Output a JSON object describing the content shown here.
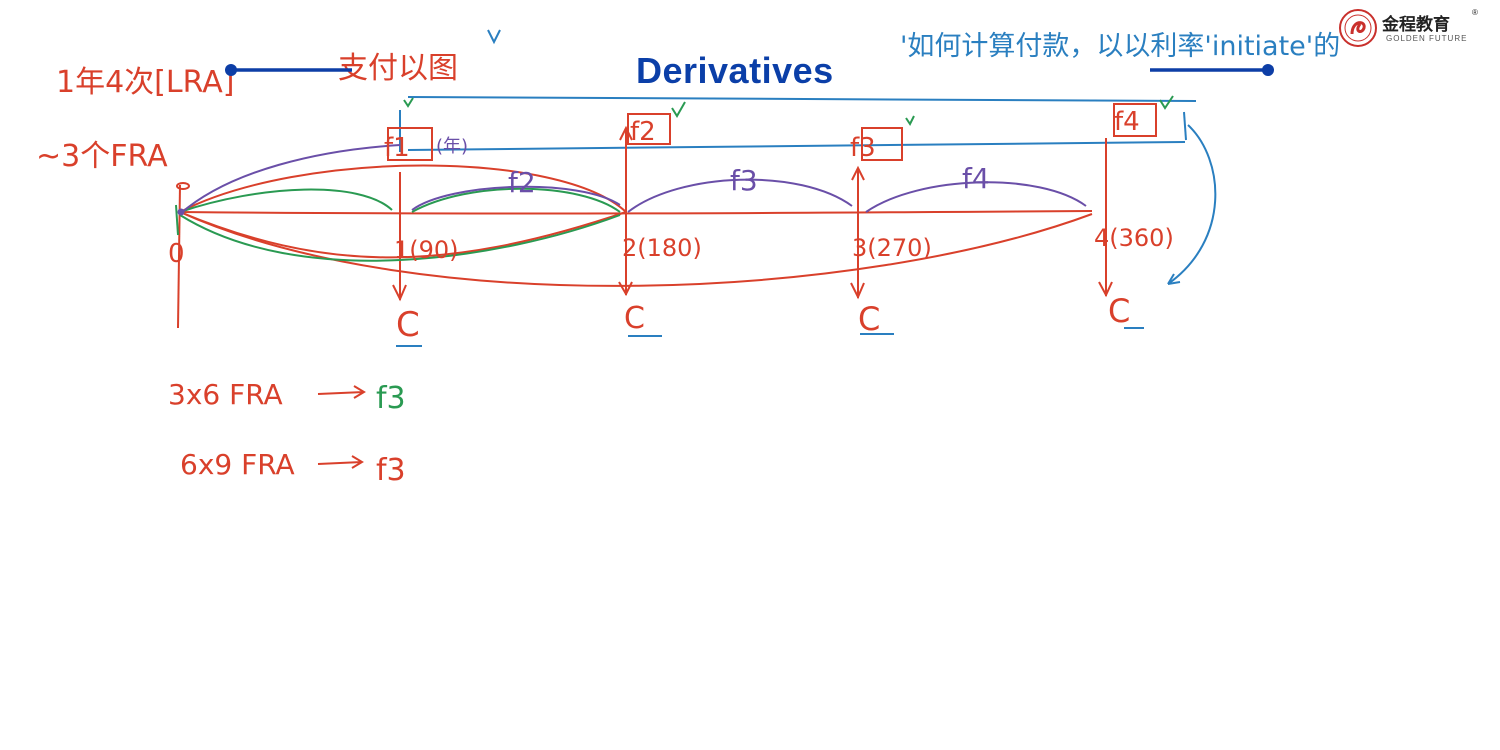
{
  "title": "Derivatives",
  "logo": {
    "name_cn": "金程教育",
    "name_en": "GOLDEN FUTURE",
    "reg_mark": "®"
  },
  "notes": {
    "top_left_line1": "1年4次[LRA]",
    "top_left_line2": "~3个FRA",
    "top_left_right": "支付以图",
    "top_right": "'如何计算付款，以以利率'initiate'的",
    "fra_1": "3x6 FRA",
    "fra_1_result": "f3",
    "fra_2": "6x9 FRA",
    "fra_2_result": "f3"
  },
  "timeline": {
    "origin": "0",
    "points": [
      {
        "label": "1(90)",
        "top": "f1",
        "cash": "C",
        "annot": "(年)"
      },
      {
        "label": "2(180)",
        "top": "f2",
        "cash": "C"
      },
      {
        "label": "3(270)",
        "top": "f3",
        "cash": "C"
      },
      {
        "label": "4(360)",
        "top": "f4",
        "cash": "C"
      }
    ],
    "forwards": [
      "f2",
      "f3",
      "f4"
    ]
  },
  "colors": {
    "red": "#d9402b",
    "blue": "#2a7fc0",
    "purple": "#6a4fa8",
    "green": "#2a9a52",
    "title": "#0b3fa8",
    "pointer": "#0d3ea6"
  }
}
